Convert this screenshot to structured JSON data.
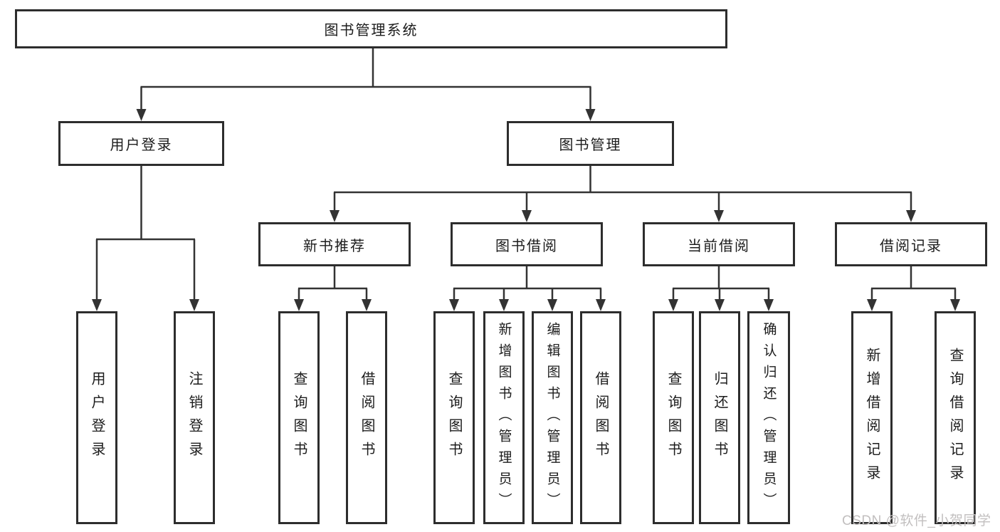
{
  "diagram_type": "hierarchy",
  "nodes": {
    "root": "图书管理系统",
    "user_login": "用户登录",
    "book_mgmt": "图书管理",
    "new_book": "新书推荐",
    "book_borrow": "图书借阅",
    "current_borrow": "当前借阅",
    "borrow_records": "借阅记录",
    "ul_login": "用户登录",
    "ul_logout": "注销登录",
    "nb_query": "查询图书",
    "nb_borrow": "借阅图书",
    "bb_query": "查询图书",
    "bb_add": "新增图书（管理员）",
    "bb_edit": "编辑图书（管理员）",
    "bb_borrow": "借阅图书",
    "cb_query": "查询图书",
    "cb_return": "归还图书",
    "cb_confirm": "确认归还（管理员）",
    "br_add": "新增借阅记录",
    "br_query": "查询借阅记录"
  },
  "watermark": "CSDN @软件_小贺同学",
  "colors": {
    "line": "#333333",
    "border": "#2d2d2d",
    "fill": "#ffffff",
    "text": "#1c1c1c",
    "watermark": "#c2bfbf",
    "background": "#ffffff"
  }
}
